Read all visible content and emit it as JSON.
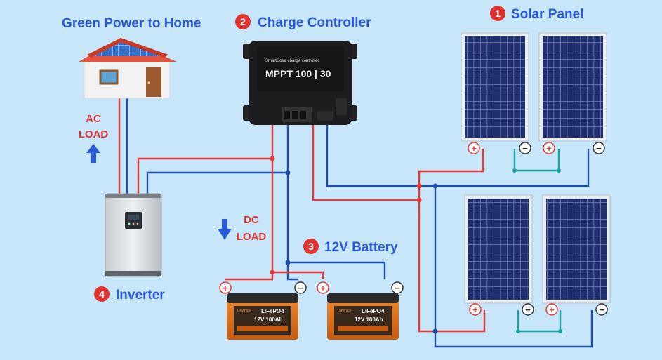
{
  "labels": {
    "home_title": "Green Power to Home",
    "controller_title": "Charge Controller",
    "panel_title": "Solar Panel",
    "battery_title": "12V Battery",
    "inverter_title": "Inverter",
    "ac_load_line1": "AC",
    "ac_load_line2": "LOAD",
    "dc_load_line1": "DC",
    "dc_load_line2": "LOAD"
  },
  "badges": {
    "panel": "1",
    "controller": "2",
    "battery": "3",
    "inverter": "4"
  },
  "controller": {
    "brand": "SmartSolar charge controller",
    "model": "MPPT 100 | 30"
  },
  "battery": {
    "brand": "Dawnice",
    "chemistry": "LiFePO4",
    "rating": "12V 100Ah"
  },
  "terminals": {
    "positive": "+",
    "negative": "−"
  },
  "colors": {
    "background": "#c8e6fa",
    "title_blue": "#2a5bd7",
    "load_red": "#e0332f",
    "wire_red": "#e53935",
    "wire_blue": "#1e4fa8",
    "wire_teal": "#19a3a0",
    "badge_red": "#e0332f",
    "panel_cell": "#1f2f6e"
  },
  "icons": {
    "ac_load_arrow": "arrow-up-icon",
    "dc_load_arrow": "arrow-down-icon"
  }
}
